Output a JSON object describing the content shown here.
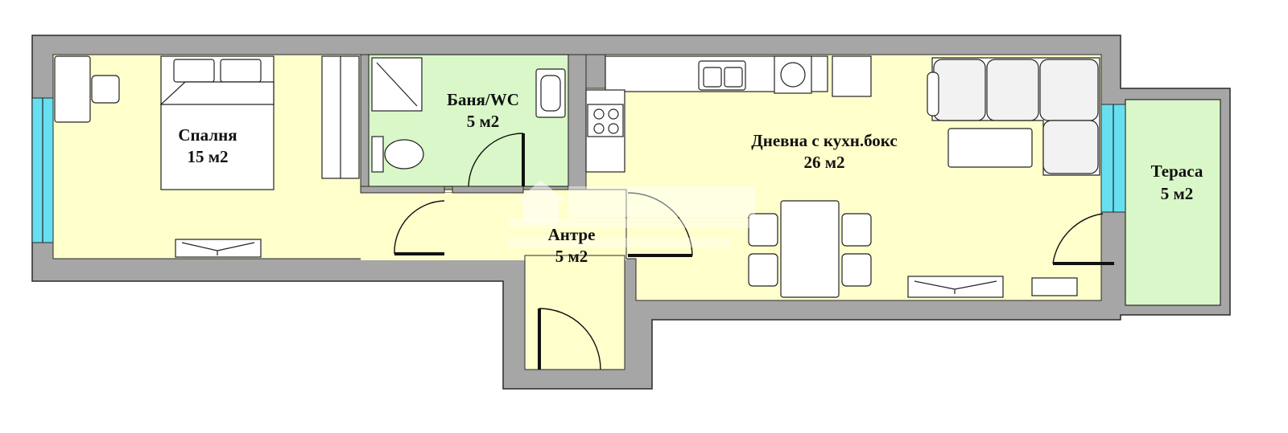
{
  "rooms": {
    "bedroom": {
      "name": "Спалня",
      "area": "15 м2"
    },
    "bathroom": {
      "name": "Баня/WC",
      "area": "5 м2"
    },
    "living": {
      "name": "Дневна с кухн.бокс",
      "area": "26 м2"
    },
    "hall": {
      "name": "Антре",
      "area": "5 м2"
    },
    "terrace": {
      "name": "Тераса",
      "area": "5 м2"
    }
  },
  "colors": {
    "wall": "#a6a6a6",
    "wall_outline": "#2a2a2a",
    "floor": "#ffffcc",
    "bathroom_floor": "#d9f7c8",
    "terrace_floor": "#d9f7c8",
    "window": "#66e0f0"
  }
}
